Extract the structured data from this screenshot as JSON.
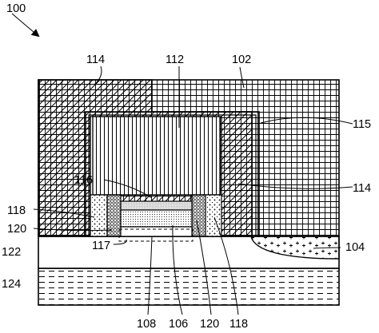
{
  "figure": {
    "ref": "100"
  },
  "labels": {
    "l114_top": "114",
    "l112": "112",
    "l102": "102",
    "l115": "115",
    "l116": "116",
    "l114_right": "114",
    "l118_left": "118",
    "l120_left": "120",
    "l122": "122",
    "l117": "117",
    "l104": "104",
    "l124": "124",
    "l108": "108",
    "l106": "106",
    "l120_bottom": "120",
    "l118_bottom": "118"
  }
}
